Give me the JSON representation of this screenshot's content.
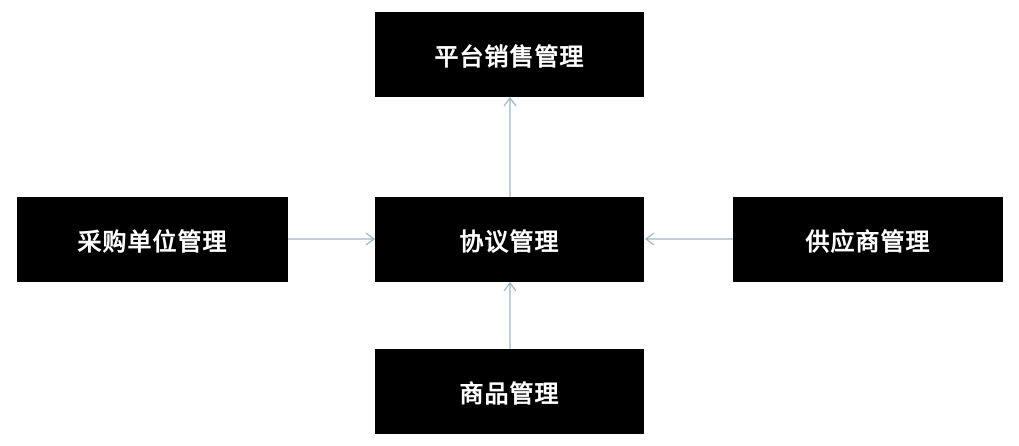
{
  "diagram": {
    "nodes": {
      "top": "平台销售管理",
      "left": "采购单位管理",
      "center": "协议管理",
      "right": "供应商管理",
      "bottom": "商品管理"
    },
    "edges": [
      {
        "from": "center",
        "to": "top"
      },
      {
        "from": "left",
        "to": "center"
      },
      {
        "from": "right",
        "to": "center"
      },
      {
        "from": "bottom",
        "to": "center"
      }
    ],
    "colors": {
      "node_fill": "#000000",
      "node_text": "#ffffff",
      "arrow": "#9fb4c2"
    }
  }
}
